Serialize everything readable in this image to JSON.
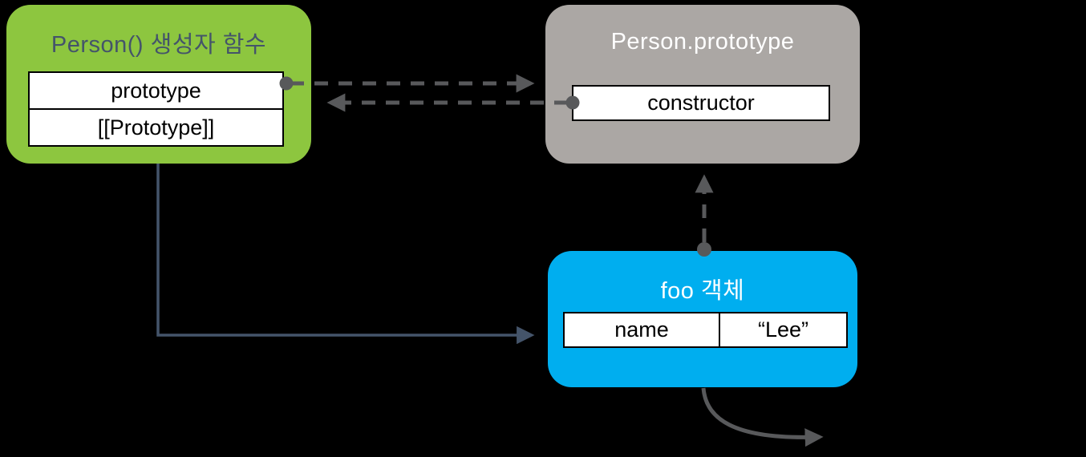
{
  "colors": {
    "background": "#000000",
    "constructor_node_fill": "#8DC63F",
    "constructor_node_title": "#44546A",
    "prototype_node_fill": "#ABA7A4",
    "object_node_fill": "#00AEEF",
    "dashed_arrow": "#58595B",
    "solid_arrow": "#44546A",
    "slot_fill": "#FFFFFF",
    "slot_border": "#000000"
  },
  "nodes": {
    "person_constructor": {
      "title": "Person() 생성자 함수",
      "slots": [
        "prototype",
        "[[Prototype]]"
      ]
    },
    "person_prototype": {
      "title": "Person.prototype",
      "slots": [
        "constructor"
      ]
    },
    "foo_object": {
      "title": "foo 객체",
      "property": {
        "key": "name",
        "value": "“Lee”"
      }
    }
  },
  "edges": [
    {
      "id": "prototype-to-person-prototype",
      "style": "dashed"
    },
    {
      "id": "constructor-to-person-constructor",
      "style": "dashed"
    },
    {
      "id": "foo-object-to-person-prototype",
      "style": "dashed"
    },
    {
      "id": "person-constructor-to-foo-object",
      "style": "solid"
    },
    {
      "id": "foo-object-prototype-chain-continues",
      "style": "curved"
    }
  ]
}
